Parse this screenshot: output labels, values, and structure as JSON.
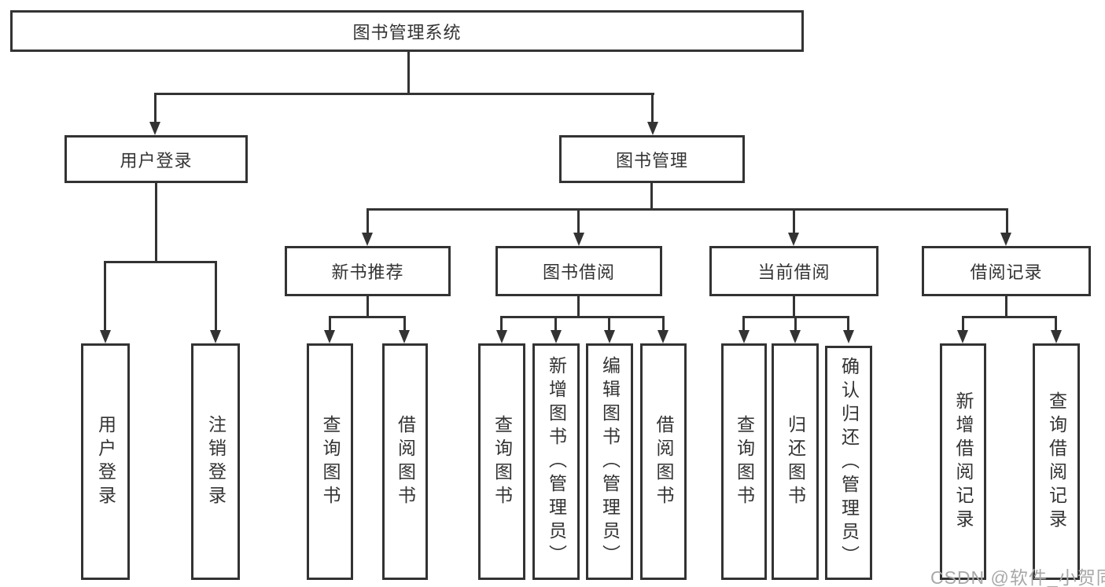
{
  "diagram": {
    "nodes": {
      "root": "图书管理系统",
      "user_login": "用户登录",
      "book_mgmt": "图书管理",
      "new_book": "新书推荐",
      "book_borrow": "图书借阅",
      "current_borrow": "当前借阅",
      "borrow_record": "借阅记录",
      "leaf_user_login": "用户登录",
      "leaf_logout": "注销登录",
      "leaf_nb_query": "查询图书",
      "leaf_nb_borrow": "借阅图书",
      "leaf_bb_query": "查询图书",
      "leaf_bb_add": "新增图书（管理员）",
      "leaf_bb_edit": "编辑图书（管理员）",
      "leaf_bb_borrow": "借阅图书",
      "leaf_cb_query": "查询图书",
      "leaf_cb_return": "归还图书",
      "leaf_cb_confirm": "确认归还（管理员）",
      "leaf_br_add": "新增借阅记录",
      "leaf_br_query": "查询借阅记录"
    },
    "colors": {
      "line": "#333333",
      "text": "#333333",
      "watermark": "#a8a8a8",
      "background": "#ffffff"
    }
  },
  "watermark": "CSDN @软件_小贺同学"
}
